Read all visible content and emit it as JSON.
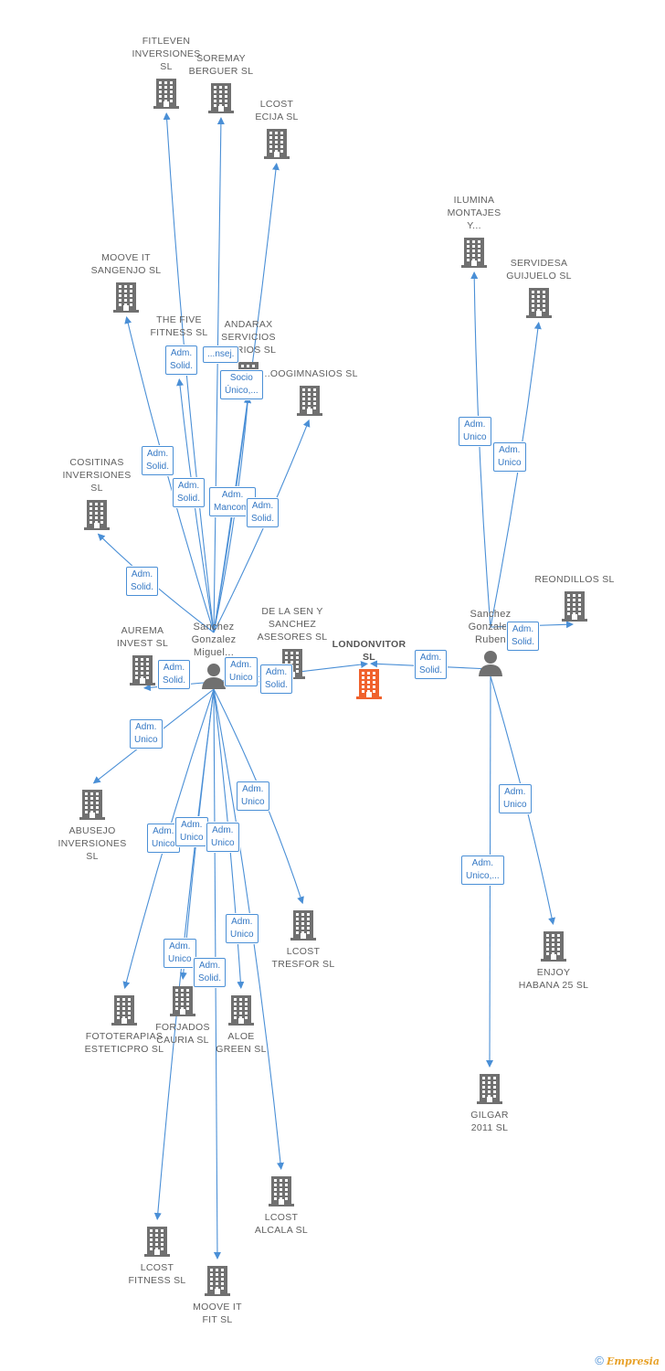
{
  "center": {
    "name": "LONDONVITOR\nSL",
    "color": "#f0622d"
  },
  "persons": [
    {
      "id": "miguel",
      "name": "Sanchez\nGonzalez\nMiguel..."
    },
    {
      "id": "ruben",
      "name": "Sanchez\nGonzalez\nRuben"
    }
  ],
  "companies": [
    {
      "id": "fitleven",
      "name": "FITLEVEN\nINVERSIONES\nSL"
    },
    {
      "id": "soremay",
      "name": "SOREMAY\nBERGUER SL"
    },
    {
      "id": "lcost_ecija",
      "name": "LCOST\nECIJA SL"
    },
    {
      "id": "ilumina",
      "name": "ILUMINA\nMONTAJES\nY..."
    },
    {
      "id": "servidesa",
      "name": "SERVIDESA\nGUIJUELO SL"
    },
    {
      "id": "moove_sangenjo",
      "name": "MOOVE IT\nSANGENJO SL"
    },
    {
      "id": "five_fitness",
      "name": "THE FIVE\nFITNESS SL"
    },
    {
      "id": "andarax",
      "name": "ANDARAX\nSERVICIOS\n...ARIOS SL"
    },
    {
      "id": "ecogimnasios",
      "name": "...OOGIMNASIOS SL"
    },
    {
      "id": "cositinas",
      "name": "COSITINAS\nINVERSIONES\nSL"
    },
    {
      "id": "reondillos",
      "name": "REONDILLOS SL"
    },
    {
      "id": "aurema",
      "name": "AUREMA\nINVEST SL"
    },
    {
      "id": "delasen",
      "name": "DE LA SEN Y\nSANCHEZ\nASESORES SL"
    },
    {
      "id": "abusejo",
      "name": "ABUSEJO\nINVERSIONES\nSL"
    },
    {
      "id": "lcost_tresfor",
      "name": "LCOST\nTRESFOR SL"
    },
    {
      "id": "enjoy",
      "name": "ENJOY\nHABANA 25 SL"
    },
    {
      "id": "fototerapias",
      "name": "FOTOTERAPIAS\nESTETICPRO SL"
    },
    {
      "id": "forjados",
      "name": "FORJADOS\nCAURIA SL"
    },
    {
      "id": "aloe",
      "name": "ALOE\nGREEN SL"
    },
    {
      "id": "gilgar",
      "name": "GILGAR\n2011 SL"
    },
    {
      "id": "lcost_alcala",
      "name": "LCOST\nALCALA SL"
    },
    {
      "id": "lcost_fitness",
      "name": "LCOST\nFITNESS SL"
    },
    {
      "id": "moove_fit",
      "name": "MOOVE IT\nFIT SL"
    }
  ],
  "badges": [
    {
      "id": "b_five",
      "text": "Adm.\nSolid."
    },
    {
      "id": "b_consej",
      "text": "...nsej."
    },
    {
      "id": "b_socio",
      "text": "Socio\nÚnico,..."
    },
    {
      "id": "b_ilumina",
      "text": "Adm.\nUnico"
    },
    {
      "id": "b_servidesa",
      "text": "Adm.\nUnico"
    },
    {
      "id": "b_moove_sang",
      "text": "Adm.\nSolid."
    },
    {
      "id": "b_fitleven",
      "text": "Adm.\nSolid."
    },
    {
      "id": "b_mancom",
      "text": "Adm.\nMancom."
    },
    {
      "id": "b_ecogim",
      "text": "Adm.\nSolid."
    },
    {
      "id": "b_cositinas",
      "text": "Adm.\nSolid."
    },
    {
      "id": "b_aurema",
      "text": "Adm.\nSolid."
    },
    {
      "id": "b_delasen",
      "text": "Adm.\nUnico"
    },
    {
      "id": "b_center_m",
      "text": "Adm.\nSolid."
    },
    {
      "id": "b_center_r",
      "text": "Adm.\nSolid."
    },
    {
      "id": "b_reondillos",
      "text": "Adm.\nSolid."
    },
    {
      "id": "b_abusejo",
      "text": "Adm.\nUnico"
    },
    {
      "id": "b_tresfor",
      "text": "Adm.\nUnico"
    },
    {
      "id": "b_foto",
      "text": "Adm.\nUnico"
    },
    {
      "id": "b_forj",
      "text": "Adm.\nUnico"
    },
    {
      "id": "b_aloe",
      "text": "Adm.\nUnico"
    },
    {
      "id": "b_alcala",
      "text": "Adm.\nUnico"
    },
    {
      "id": "b_lcfit",
      "text": "Adm.\nUnico"
    },
    {
      "id": "b_moovefit",
      "text": "Adm.\nSolid."
    },
    {
      "id": "b_enjoy",
      "text": "Adm.\nUnico"
    },
    {
      "id": "b_gilgar",
      "text": "Adm.\nUnico,..."
    }
  ],
  "colors": {
    "edge": "#4a8fd6",
    "building": "#707070",
    "person": "#707070",
    "badge_text": "#3578c4"
  },
  "brand": {
    "copyright": "©",
    "name": "Empresia"
  }
}
